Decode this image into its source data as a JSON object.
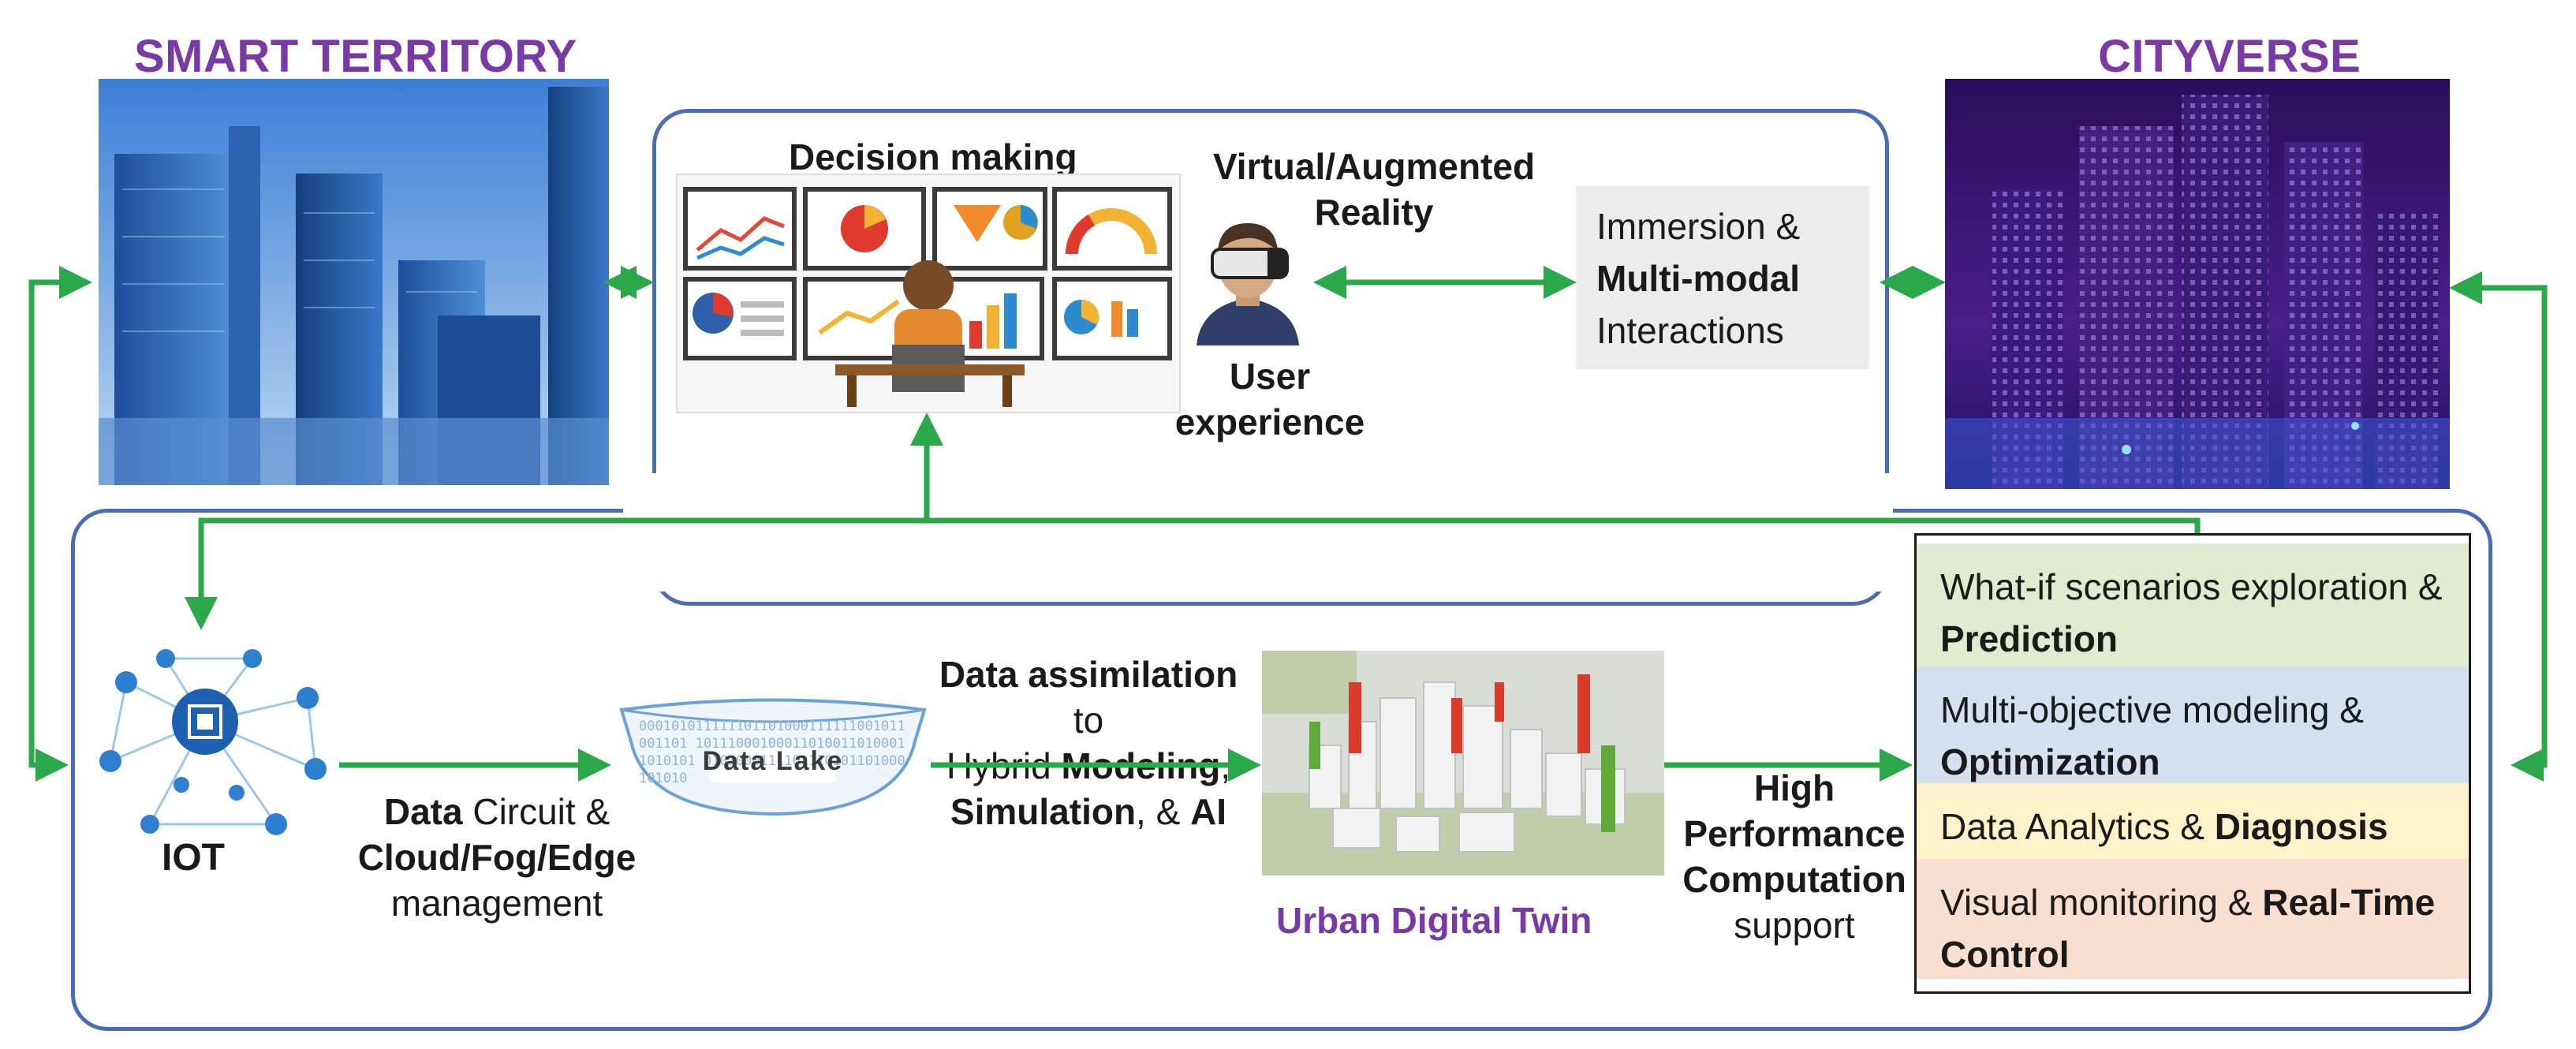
{
  "headings": {
    "smart_territory": "SMART TERRITORY",
    "cityverse": "CITYVERSE"
  },
  "decision": {
    "title": "Decision making"
  },
  "vr": {
    "line1": "Virtual/Augmented",
    "line2": "Reality"
  },
  "user_experience": {
    "line1": "User",
    "line2": "experience"
  },
  "immersion": {
    "line1": "Immersion &",
    "line2": "Multi-modal",
    "line3": "Interactions"
  },
  "iot": {
    "label": "IOT"
  },
  "data_circuit": {
    "l1_bold": "Data",
    "l1_rest": " Circuit &",
    "l2": "Cloud/Fog/Edge",
    "l3": "management"
  },
  "data_lake": {
    "label": "Data Lake",
    "binary": "000101011111101101000111111001011001101 101110001000110100110100011010101 0101000111101110101101000101010"
  },
  "assimilation": {
    "l1": "Data assimilation",
    "l2": "to",
    "l3_pre": "Hybrid ",
    "l3_bold": "Modeling",
    "l3_post": ",",
    "l4_bold": "Simulation",
    "l4_mid": ", & ",
    "l4_bold2": "AI"
  },
  "digital_twin": {
    "label": "Urban Digital Twin"
  },
  "hpc": {
    "l1": "High",
    "l2": "Performance",
    "l3": "Computation",
    "l4": "support"
  },
  "capabilities": [
    {
      "pre": "What-if scenarios exploration & ",
      "bold": "Prediction",
      "color": "#dfeccf"
    },
    {
      "pre": "Multi-objective modeling & ",
      "bold": "Optimization",
      "color": "#d5e1f1"
    },
    {
      "pre": "Data Analytics & ",
      "bold": "Diagnosis",
      "color": "#fdf2c9"
    },
    {
      "pre": "Visual monitoring & ",
      "bold": "Real-Time Control",
      "color": "#f9dfcf"
    }
  ],
  "colors": {
    "arrow_green": "#2aa84a",
    "frame_blue": "#4a6cb6",
    "heading_purple": "#7a3aa6"
  }
}
